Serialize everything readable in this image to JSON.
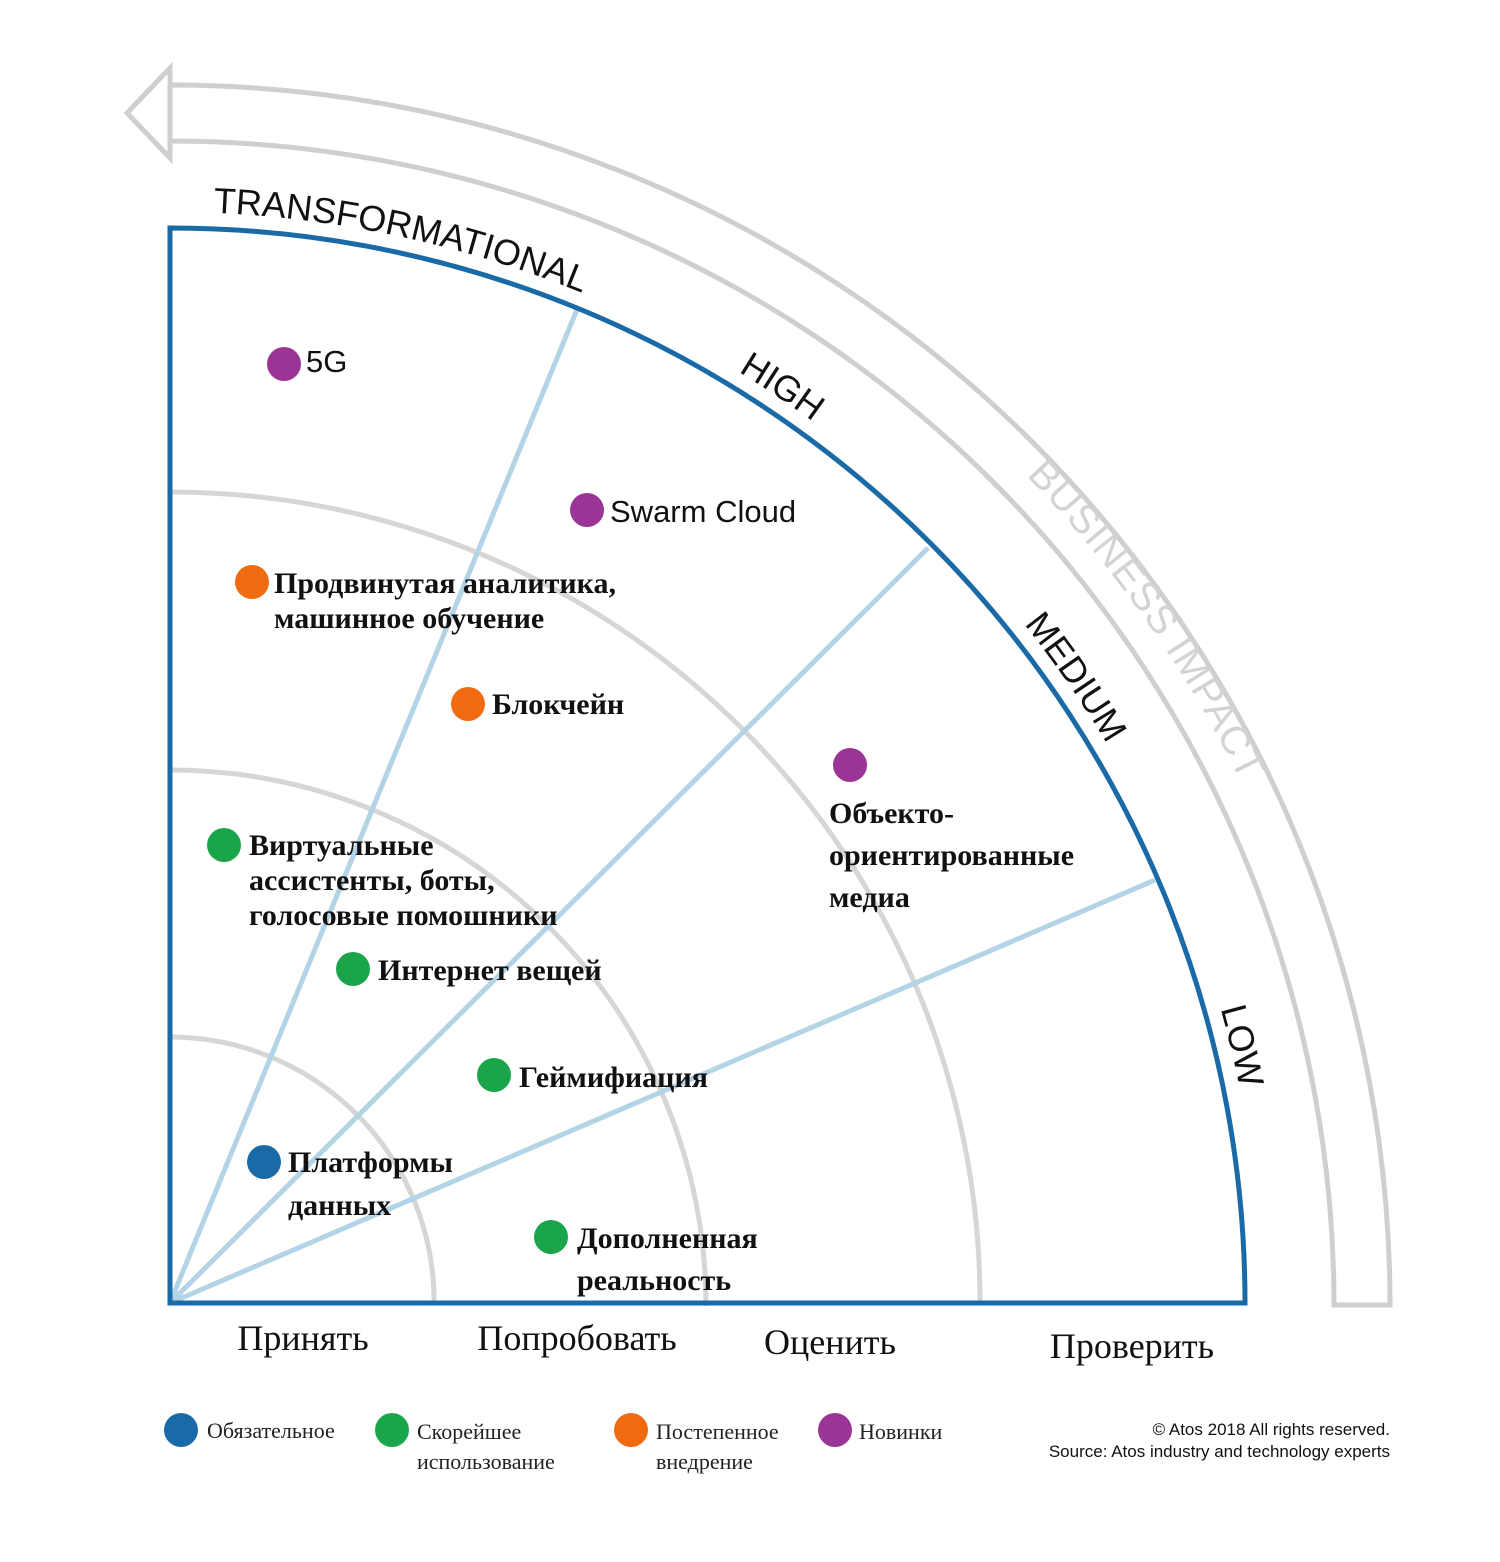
{
  "outer_label": "BUSINESS IMPACT",
  "impact_bands": [
    "TRANSFORMATIONAL",
    "HIGH",
    "MEDIUM",
    "LOW"
  ],
  "adoption_columns": [
    "Принять",
    "Попробовать",
    "Оценить",
    "Проверить"
  ],
  "categories": {
    "mandatory": {
      "name": "Обязательное",
      "color": "#1a6aa8"
    },
    "fast": {
      "name": "Скорейшее использование",
      "color": "#1aa54a"
    },
    "gradual": {
      "name": "Постепенное внедрение",
      "color": "#ef6a11"
    },
    "new": {
      "name": "Новинки",
      "color": "#9b3595"
    }
  },
  "items": [
    {
      "id": "5g",
      "lines": [
        "5G"
      ],
      "category": "new"
    },
    {
      "id": "swarm-cloud",
      "lines": [
        "Swarm Cloud"
      ],
      "category": "new"
    },
    {
      "id": "advanced-analytics",
      "lines": [
        "Продвинутая аналитика,",
        "машинное обучение"
      ],
      "category": "gradual"
    },
    {
      "id": "blockchain",
      "lines": [
        "Блокчейн"
      ],
      "category": "gradual"
    },
    {
      "id": "object-media",
      "lines": [
        "Объекто-",
        "ориентированные",
        "медиа"
      ],
      "category": "new"
    },
    {
      "id": "virtual-assistants",
      "lines": [
        "Виртуальные",
        "ассистенты, боты,",
        "голосовые помошники"
      ],
      "category": "fast"
    },
    {
      "id": "iot",
      "lines": [
        "Интернет вещей"
      ],
      "category": "fast"
    },
    {
      "id": "gamification",
      "lines": [
        "Геймифиация"
      ],
      "category": "fast"
    },
    {
      "id": "data-platforms",
      "lines": [
        "Платформы",
        "данных"
      ],
      "category": "mandatory"
    },
    {
      "id": "augmented-reality",
      "lines": [
        "Дополненная",
        "реальность"
      ],
      "category": "fast"
    }
  ],
  "legend": [
    {
      "lines": [
        "Обязательное"
      ],
      "category": "mandatory"
    },
    {
      "lines": [
        "Скорейшее",
        "использование"
      ],
      "category": "fast"
    },
    {
      "lines": [
        "Постепенное",
        "внедрение"
      ],
      "category": "gradual"
    },
    {
      "lines": [
        "Новинки"
      ],
      "category": "new"
    }
  ],
  "copyright": [
    "© Atos 2018 All rights reserved.",
    "Source: Atos industry and technology experts"
  ],
  "colors": {
    "frame": "#1a6aa8",
    "rays": "#b3d3e6",
    "rings": "#d6d6d6",
    "outer_arrow": "#cfcfcf"
  }
}
